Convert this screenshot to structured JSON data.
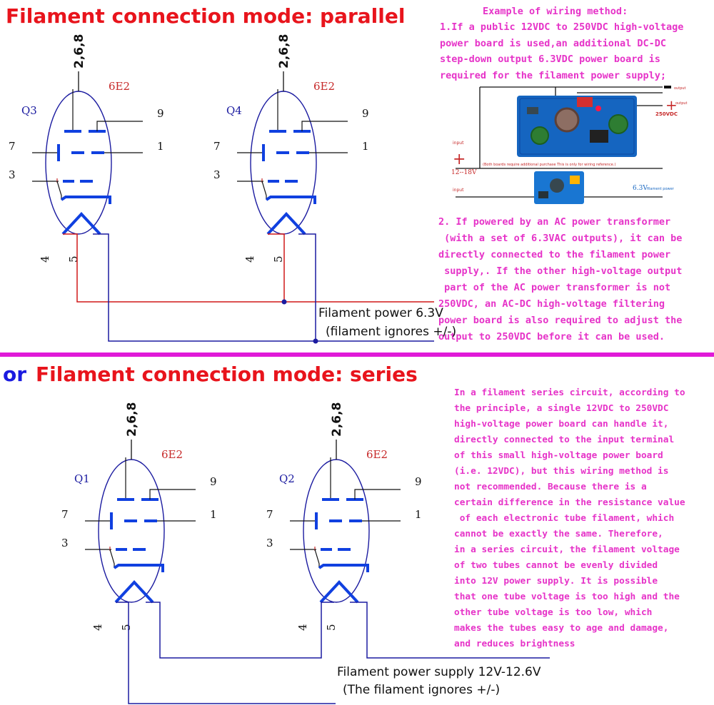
{
  "parallel": {
    "title": "Filament connection mode: parallel",
    "tube_left": {
      "ref": "Q3",
      "model": "6E2",
      "top_pins": "2,6,8",
      "pins": [
        "9",
        "7",
        "1",
        "3",
        "4",
        "5"
      ]
    },
    "tube_right": {
      "ref": "Q4",
      "model": "6E2",
      "top_pins": "2,6,8",
      "pins": [
        "9",
        "7",
        "1",
        "3",
        "4",
        "5"
      ]
    },
    "power_label_1": "Filament power 6.3V",
    "power_label_2": "(filament ignores +/-)"
  },
  "wiring_note": {
    "heading": "Example of wiring method:",
    "lines_1": [
      "1.If a public 12VDC to 250VDC high-voltage",
      "power board is used,an additional DC-DC",
      "step-down output 6.3VDC power board is",
      "required for the filament power supply;"
    ],
    "photo": {
      "output_label": "output",
      "v250_label": "250VDC",
      "input_label": "input",
      "input_range": "12--18V",
      "board_note": "(Both boards require additional purchase This is only for wiring reference.)",
      "filament_label": "6.3V",
      "filament_sub": "filament power"
    },
    "lines_2": [
      "2. If powered by an AC power transformer",
      " (with a set of 6.3VAC outputs), it can be",
      "directly connected to the filament power",
      " supply,. If the other high-voltage output",
      " part of the AC power transformer is not",
      "250VDC, an AC-DC high-voltage filtering",
      "power board is also required to adjust the",
      "output to 250VDC before it can be used."
    ]
  },
  "series": {
    "prefix": "or",
    "title": "Filament connection mode: series",
    "tube_left": {
      "ref": "Q1",
      "model": "6E2",
      "top_pins": "2,6,8",
      "pins": [
        "9",
        "7",
        "1",
        "3",
        "4",
        "5"
      ]
    },
    "tube_right": {
      "ref": "Q2",
      "model": "6E2",
      "top_pins": "2,6,8",
      "pins": [
        "9",
        "7",
        "1",
        "3",
        "4",
        "5"
      ]
    },
    "power_label_1": "Filament power supply 12V-12.6V",
    "power_label_2": "(The filament ignores +/-)",
    "note_lines": [
      "In a filament series circuit, according to",
      "the principle, a single 12VDC to 250VDC",
      "high-voltage power board can handle it,",
      "directly connected to the input terminal",
      "of this small high-voltage power board",
      "(i.e. 12VDC), but this wiring method is",
      "not recommended. Because there is a",
      "certain difference in the resistance value",
      " of each electronic tube filament, which",
      "cannot be exactly the same. Therefore,",
      "in a series circuit, the filament voltage",
      "of two tubes cannot be evenly divided",
      "into 12V power supply. It is possible",
      "that one tube voltage is too high and the",
      "other tube voltage is too low, which",
      "makes the tubes easy to age and damage,",
      "and reduces brightness"
    ]
  },
  "colors": {
    "tube": "#1b1ba0",
    "electrode": "#1040e0",
    "wire_red": "#d01818",
    "heading_red": "#e8141c",
    "note_magenta": "#e633c8",
    "divider": "#e01ad8",
    "pcb": "#1565c0"
  }
}
